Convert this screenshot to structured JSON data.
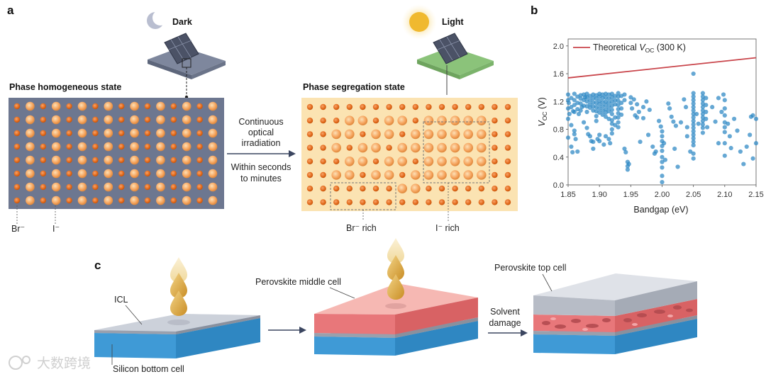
{
  "panel_a": {
    "letter": "a",
    "dark_label": "Dark",
    "light_label": "Light",
    "left_title": "Phase homogeneous state",
    "right_title": "Phase segregation state",
    "arrow_text_1": "Continuous",
    "arrow_text_2": "optical",
    "arrow_text_3": "irradiation",
    "arrow_text_4": "Within seconds",
    "arrow_text_5": "to minutes",
    "br_label": "Br⁻",
    "i_label": "I⁻",
    "br_rich_label": "Br⁻ rich",
    "i_rich_label": "I⁻ rich",
    "colors": {
      "dark_lattice": "#6d7790",
      "light_lattice": "#fbe3b2",
      "ion_large": "#f5a35c",
      "ion_small": "#e36a1b",
      "sun": "#f3c34a"
    }
  },
  "panel_b": {
    "letter": "b"
  },
  "panel_c": {
    "letter": "c",
    "icl_label": "ICL",
    "silicon_label": "Silicon bottom cell",
    "middle_label": "Perovskite middle cell",
    "top_label": "Perovskite top cell",
    "solvent_1": "Solvent",
    "solvent_2": "damage",
    "colors": {
      "silicon": "#3f9ad6",
      "icl": "#c7ccd6",
      "perovskite": "#e8777a",
      "top_cell": "#b7bcc6",
      "droplet": "#e0b04e"
    }
  },
  "watermark": "大数跨境",
  "chart_data": {
    "type": "scatter",
    "xlabel": "Bandgap (eV)",
    "ylabel": "V_OC (V)",
    "ylabel_main": "V",
    "ylabel_sub": "OC",
    "ylabel_unit": " (V)",
    "xlim": [
      1.85,
      2.15
    ],
    "ylim": [
      0.0,
      2.1
    ],
    "xticks": [
      "1.85",
      "1.90",
      "1.95",
      "2.00",
      "2.05",
      "2.10",
      "2.15"
    ],
    "yticks": [
      "0.0",
      "0.4",
      "0.8",
      "1.2",
      "1.6",
      "2.0"
    ],
    "grid": false,
    "legend_position": "top",
    "theory_line": {
      "name": "Theoretical V_OC (300 K)",
      "name_main": "Theoretical ",
      "name_v": "V",
      "name_sub": "OC",
      "name_tail": " (300 K)",
      "color": "#c9454b",
      "x": [
        1.85,
        2.15
      ],
      "y": [
        1.54,
        1.83
      ]
    },
    "point_color": "#2b86c4",
    "points": [
      [
        1.85,
        1.3
      ],
      [
        1.85,
        1.22
      ],
      [
        1.85,
        1.1
      ],
      [
        1.85,
        0.95
      ],
      [
        1.85,
        0.68
      ],
      [
        1.851,
        1.18
      ],
      [
        1.852,
        1.02
      ],
      [
        1.855,
        1.25
      ],
      [
        1.855,
        1.12
      ],
      [
        1.855,
        0.86
      ],
      [
        1.855,
        0.55
      ],
      [
        1.857,
        0.47
      ],
      [
        1.858,
        1.06
      ],
      [
        1.86,
        1.31
      ],
      [
        1.86,
        1.22
      ],
      [
        1.86,
        1.15
      ],
      [
        1.86,
        1.05
      ],
      [
        1.86,
        0.78
      ],
      [
        1.86,
        0.73
      ],
      [
        1.862,
        0.66
      ],
      [
        1.865,
        1.27
      ],
      [
        1.865,
        1.18
      ],
      [
        1.865,
        1.09
      ],
      [
        1.865,
        0.48
      ],
      [
        1.867,
        1.02
      ],
      [
        1.87,
        1.29
      ],
      [
        1.87,
        1.24
      ],
      [
        1.87,
        1.17
      ],
      [
        1.87,
        1.07
      ],
      [
        1.872,
        1.12
      ],
      [
        1.875,
        1.3
      ],
      [
        1.875,
        1.22
      ],
      [
        1.875,
        1.14
      ],
      [
        1.875,
        0.9
      ],
      [
        1.877,
        1.26
      ],
      [
        1.88,
        1.31
      ],
      [
        1.88,
        1.26
      ],
      [
        1.88,
        1.2
      ],
      [
        1.88,
        1.13
      ],
      [
        1.88,
        1.05
      ],
      [
        1.88,
        0.82
      ],
      [
        1.882,
        0.73
      ],
      [
        1.885,
        1.28
      ],
      [
        1.885,
        1.22
      ],
      [
        1.885,
        1.16
      ],
      [
        1.885,
        1.11
      ],
      [
        1.885,
        0.7
      ],
      [
        1.887,
        0.63
      ],
      [
        1.89,
        1.3
      ],
      [
        1.89,
        1.25
      ],
      [
        1.89,
        1.19
      ],
      [
        1.89,
        1.13
      ],
      [
        1.89,
        1.07
      ],
      [
        1.89,
        0.62
      ],
      [
        1.89,
        0.52
      ],
      [
        1.895,
        1.29
      ],
      [
        1.895,
        1.24
      ],
      [
        1.895,
        1.18
      ],
      [
        1.895,
        1.12
      ],
      [
        1.895,
        1.06
      ],
      [
        1.895,
        0.99
      ],
      [
        1.895,
        0.92
      ],
      [
        1.897,
        0.66
      ],
      [
        1.9,
        1.31
      ],
      [
        1.9,
        1.27
      ],
      [
        1.9,
        1.21
      ],
      [
        1.9,
        1.16
      ],
      [
        1.9,
        1.1
      ],
      [
        1.9,
        1.04
      ],
      [
        1.9,
        0.72
      ],
      [
        1.9,
        0.63
      ],
      [
        1.905,
        1.3
      ],
      [
        1.905,
        1.25
      ],
      [
        1.905,
        1.19
      ],
      [
        1.905,
        1.13
      ],
      [
        1.905,
        1.07
      ],
      [
        1.905,
        1.01
      ],
      [
        1.907,
        0.58
      ],
      [
        1.91,
        1.31
      ],
      [
        1.91,
        1.26
      ],
      [
        1.91,
        1.2
      ],
      [
        1.91,
        1.15
      ],
      [
        1.91,
        1.09
      ],
      [
        1.91,
        1.04
      ],
      [
        1.91,
        0.98
      ],
      [
        1.91,
        0.7
      ],
      [
        1.915,
        1.3
      ],
      [
        1.915,
        1.24
      ],
      [
        1.915,
        1.18
      ],
      [
        1.915,
        1.12
      ],
      [
        1.915,
        1.06
      ],
      [
        1.915,
        0.95
      ],
      [
        1.915,
        0.66
      ],
      [
        1.917,
        0.6
      ],
      [
        1.92,
        1.31
      ],
      [
        1.92,
        1.26
      ],
      [
        1.92,
        1.2
      ],
      [
        1.92,
        1.14
      ],
      [
        1.92,
        1.08
      ],
      [
        1.92,
        1.02
      ],
      [
        1.92,
        0.93
      ],
      [
        1.92,
        0.88
      ],
      [
        1.92,
        0.8
      ],
      [
        1.92,
        0.74
      ],
      [
        1.925,
        1.28
      ],
      [
        1.925,
        1.22
      ],
      [
        1.925,
        1.16
      ],
      [
        1.925,
        0.97
      ],
      [
        1.925,
        0.86
      ],
      [
        1.93,
        1.32
      ],
      [
        1.93,
        1.27
      ],
      [
        1.93,
        1.21
      ],
      [
        1.93,
        1.15
      ],
      [
        1.93,
        1.09
      ],
      [
        1.93,
        1.03
      ],
      [
        1.93,
        0.97
      ],
      [
        1.93,
        0.9
      ],
      [
        1.93,
        0.83
      ],
      [
        1.935,
        1.28
      ],
      [
        1.935,
        1.18
      ],
      [
        1.935,
        1.1
      ],
      [
        1.935,
        1.01
      ],
      [
        1.94,
        1.3
      ],
      [
        1.94,
        1.22
      ],
      [
        1.94,
        0.52
      ],
      [
        1.942,
        0.47
      ],
      [
        1.945,
        0.33
      ],
      [
        1.945,
        0.27
      ],
      [
        1.945,
        0.22
      ],
      [
        1.947,
        0.3
      ],
      [
        1.95,
        1.26
      ],
      [
        1.95,
        1.18
      ],
      [
        1.952,
        1.1
      ],
      [
        1.955,
        1.23
      ],
      [
        1.957,
        1.0
      ],
      [
        1.96,
        1.16
      ],
      [
        1.96,
        0.97
      ],
      [
        1.963,
        1.05
      ],
      [
        1.965,
        0.62
      ],
      [
        1.97,
        1.12
      ],
      [
        1.97,
        0.96
      ],
      [
        1.975,
        1.2
      ],
      [
        1.978,
        0.72
      ],
      [
        1.98,
        1.08
      ],
      [
        1.985,
        0.55
      ],
      [
        1.988,
        0.45
      ],
      [
        1.99,
        0.48
      ],
      [
        1.995,
        0.92
      ],
      [
        1.998,
        0.84
      ],
      [
        2.0,
        0.77
      ],
      [
        2.0,
        0.7
      ],
      [
        2.0,
        0.63
      ],
      [
        2.0,
        0.56
      ],
      [
        2.0,
        0.49
      ],
      [
        2.0,
        0.4
      ],
      [
        2.0,
        0.33
      ],
      [
        2.0,
        0.25
      ],
      [
        2.0,
        0.13
      ],
      [
        2.0,
        0.04
      ],
      [
        2.003,
        0.6
      ],
      [
        2.005,
        0.36
      ],
      [
        2.01,
        1.17
      ],
      [
        2.012,
        1.1
      ],
      [
        2.015,
        0.98
      ],
      [
        2.018,
        0.91
      ],
      [
        2.02,
        0.52
      ],
      [
        2.022,
        0.85
      ],
      [
        2.025,
        0.26
      ],
      [
        2.03,
        0.9
      ],
      [
        2.035,
        1.23
      ],
      [
        2.038,
        1.12
      ],
      [
        2.04,
        0.83
      ],
      [
        2.04,
        0.7
      ],
      [
        2.045,
        0.48
      ],
      [
        2.05,
        1.6
      ],
      [
        2.05,
        1.32
      ],
      [
        2.05,
        1.27
      ],
      [
        2.05,
        1.22
      ],
      [
        2.05,
        1.17
      ],
      [
        2.05,
        1.12
      ],
      [
        2.05,
        1.07
      ],
      [
        2.05,
        1.02
      ],
      [
        2.05,
        0.97
      ],
      [
        2.05,
        0.92
      ],
      [
        2.05,
        0.87
      ],
      [
        2.05,
        0.82
      ],
      [
        2.05,
        0.77
      ],
      [
        2.05,
        0.72
      ],
      [
        2.05,
        0.67
      ],
      [
        2.05,
        0.62
      ],
      [
        2.05,
        0.57
      ],
      [
        2.05,
        0.45
      ],
      [
        2.05,
        0.38
      ],
      [
        2.055,
        1.02
      ],
      [
        2.058,
        0.88
      ],
      [
        2.065,
        1.32
      ],
      [
        2.065,
        1.27
      ],
      [
        2.065,
        1.22
      ],
      [
        2.065,
        1.17
      ],
      [
        2.065,
        1.12
      ],
      [
        2.065,
        1.07
      ],
      [
        2.065,
        1.02
      ],
      [
        2.065,
        0.97
      ],
      [
        2.065,
        0.92
      ],
      [
        2.065,
        0.87
      ],
      [
        2.065,
        0.82
      ],
      [
        2.065,
        0.75
      ],
      [
        2.07,
        1.25
      ],
      [
        2.07,
        1.15
      ],
      [
        2.07,
        1.05
      ],
      [
        2.07,
        0.95
      ],
      [
        2.072,
        0.83
      ],
      [
        2.08,
        1.12
      ],
      [
        2.085,
        0.91
      ],
      [
        2.09,
        1.25
      ],
      [
        2.09,
        0.6
      ],
      [
        2.095,
        1.05
      ],
      [
        2.098,
        1.3
      ],
      [
        2.1,
        1.22
      ],
      [
        2.1,
        1.1
      ],
      [
        2.1,
        1.0
      ],
      [
        2.1,
        0.9
      ],
      [
        2.1,
        0.83
      ],
      [
        2.1,
        0.76
      ],
      [
        2.1,
        0.6
      ],
      [
        2.1,
        0.42
      ],
      [
        2.105,
        0.88
      ],
      [
        2.108,
        0.7
      ],
      [
        2.11,
        0.53
      ],
      [
        2.115,
        0.95
      ],
      [
        2.12,
        0.78
      ],
      [
        2.125,
        0.48
      ],
      [
        2.13,
        0.3
      ],
      [
        2.135,
        0.55
      ],
      [
        2.14,
        0.72
      ],
      [
        2.142,
        0.98
      ],
      [
        2.145,
        1.0
      ],
      [
        2.145,
        0.38
      ],
      [
        2.15,
        0.95
      ],
      [
        2.15,
        0.6
      ]
    ]
  }
}
